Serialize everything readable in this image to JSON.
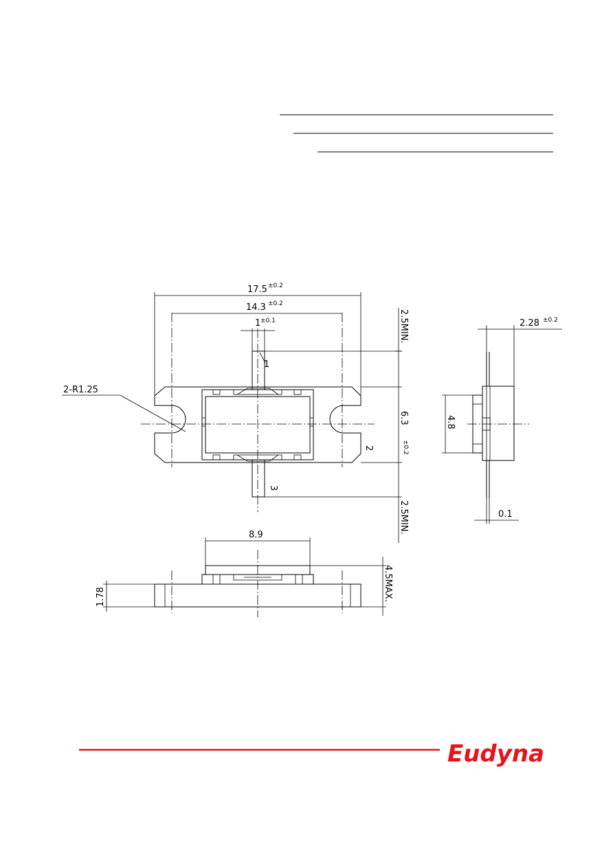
{
  "drawing": {
    "overall_length": "17.5",
    "overall_length_tol": "±0.2",
    "hole_pitch": "14.3",
    "hole_pitch_tol": "±0.2",
    "lead_width": "1",
    "lead_width_tol": "±0.1",
    "lead_len_top": "2.5MIN.",
    "lead_len_bottom": "2.5MIN.",
    "body_width": "6.3",
    "body_width_tol": "±0.2",
    "radius": "2-R1.25",
    "pin1": "1",
    "pin2": "2",
    "pin3": "3",
    "side_thickness": "2.28",
    "side_thickness_tol": "±0.2",
    "side_height": "4.8",
    "lead_thickness": "0.1",
    "cap_width": "8.9",
    "max_height": "4.5MAX.",
    "flange_thickness": "1.78"
  },
  "logo": {
    "text": "Eudyna",
    "color": "#e8131b"
  }
}
